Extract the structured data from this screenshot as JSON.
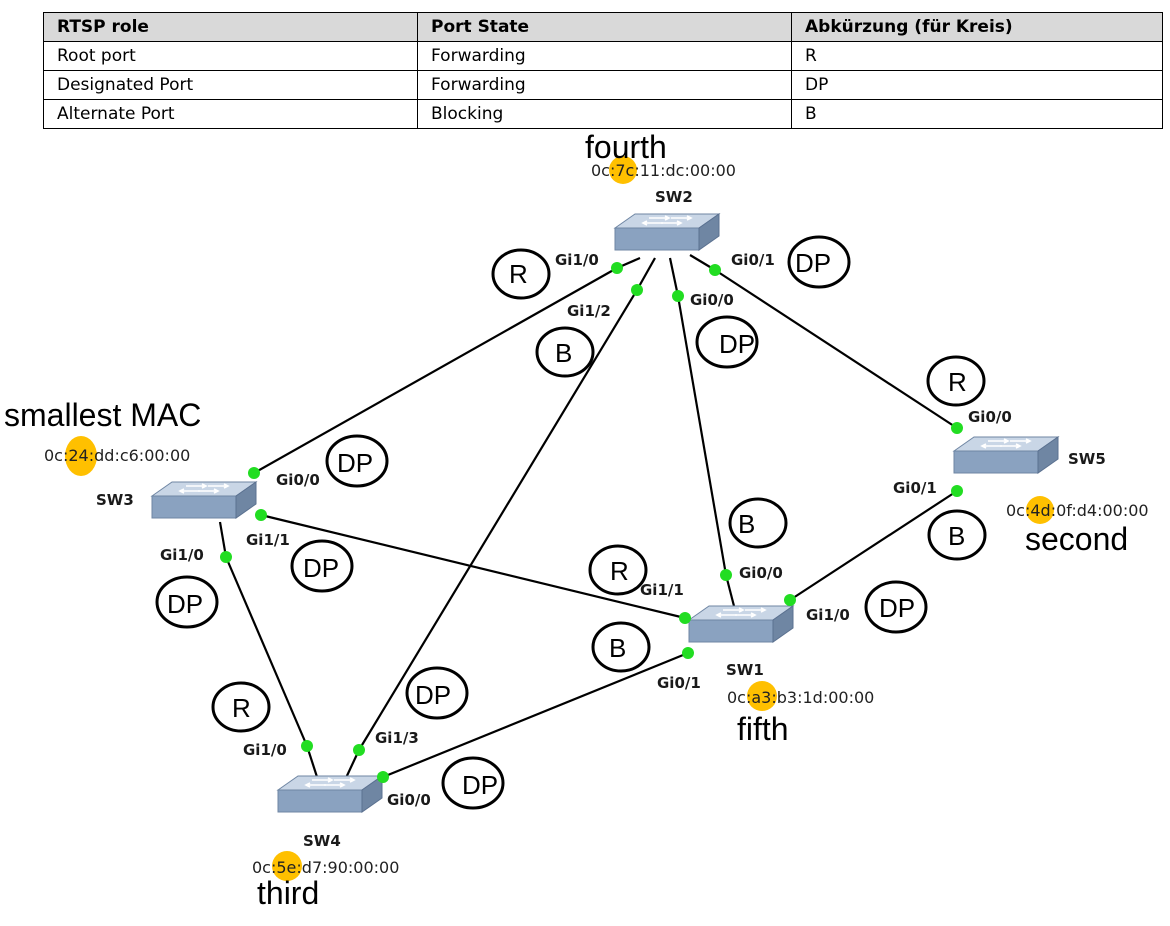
{
  "table": {
    "headers": [
      "RTSP role",
      "Port State",
      "Abkürzung (für Kreis)"
    ],
    "rows": [
      [
        "Root port",
        "Forwarding",
        "R"
      ],
      [
        "Designated Port",
        "Forwarding",
        "DP"
      ],
      [
        "Alternate Port",
        "Blocking",
        "B"
      ]
    ]
  },
  "colors": {
    "link": "#000000",
    "port_dot": "#22dd22",
    "mac_highlight": "#ffc000",
    "switch_body": "#8aa2c0"
  },
  "switches": [
    {
      "id": "sw2",
      "name": "SW2",
      "mac_prefix": "0c:",
      "mac_highlight": "7c",
      "mac_suffix": ":11:dc:00:00",
      "rank_label": "fourth"
    },
    {
      "id": "sw3",
      "name": "SW3",
      "mac_prefix": "0c:",
      "mac_highlight": "24",
      "mac_suffix": ":dd:c6:00:00",
      "rank_label": "smallest MAC"
    },
    {
      "id": "sw5",
      "name": "SW5",
      "mac_prefix": "0c:",
      "mac_highlight": "4d",
      "mac_suffix": ":0f:d4:00:00",
      "rank_label": "second"
    },
    {
      "id": "sw1",
      "name": "SW1",
      "mac_prefix": "0c:",
      "mac_highlight": "a3",
      "mac_suffix": ":b3:1d:00:00",
      "rank_label": "fifth"
    },
    {
      "id": "sw4",
      "name": "SW4",
      "mac_prefix": "0c:",
      "mac_highlight": "5e",
      "mac_suffix": ":d7:90:00:00",
      "rank_label": "third"
    }
  ],
  "ports": [
    {
      "id": "sw2-gi10",
      "label": "Gi1/0",
      "role": "R"
    },
    {
      "id": "sw2-gi12",
      "label": "Gi1/2",
      "role": "B"
    },
    {
      "id": "sw2-gi00",
      "label": "Gi0/0",
      "role": "DP"
    },
    {
      "id": "sw2-gi01",
      "label": "Gi0/1",
      "role": "DP"
    },
    {
      "id": "sw3-gi00",
      "label": "Gi0/0",
      "role": "DP"
    },
    {
      "id": "sw3-gi11",
      "label": "Gi1/1",
      "role": "DP"
    },
    {
      "id": "sw3-gi10",
      "label": "Gi1/0",
      "role": "DP"
    },
    {
      "id": "sw5-gi00",
      "label": "Gi0/0",
      "role": "R"
    },
    {
      "id": "sw5-gi01",
      "label": "Gi0/1",
      "role": "B"
    },
    {
      "id": "sw1-gi11",
      "label": "Gi1/1",
      "role": "R"
    },
    {
      "id": "sw1-gi00",
      "label": "Gi0/0",
      "role": "B"
    },
    {
      "id": "sw1-gi10",
      "label": "Gi1/0",
      "role": "DP"
    },
    {
      "id": "sw1-gi01",
      "label": "Gi0/1",
      "role": "B"
    },
    {
      "id": "sw4-gi10",
      "label": "Gi1/0",
      "role": "R"
    },
    {
      "id": "sw4-gi13",
      "label": "Gi1/3",
      "role": "DP"
    },
    {
      "id": "sw4-gi00",
      "label": "Gi0/0",
      "role": "DP"
    }
  ]
}
